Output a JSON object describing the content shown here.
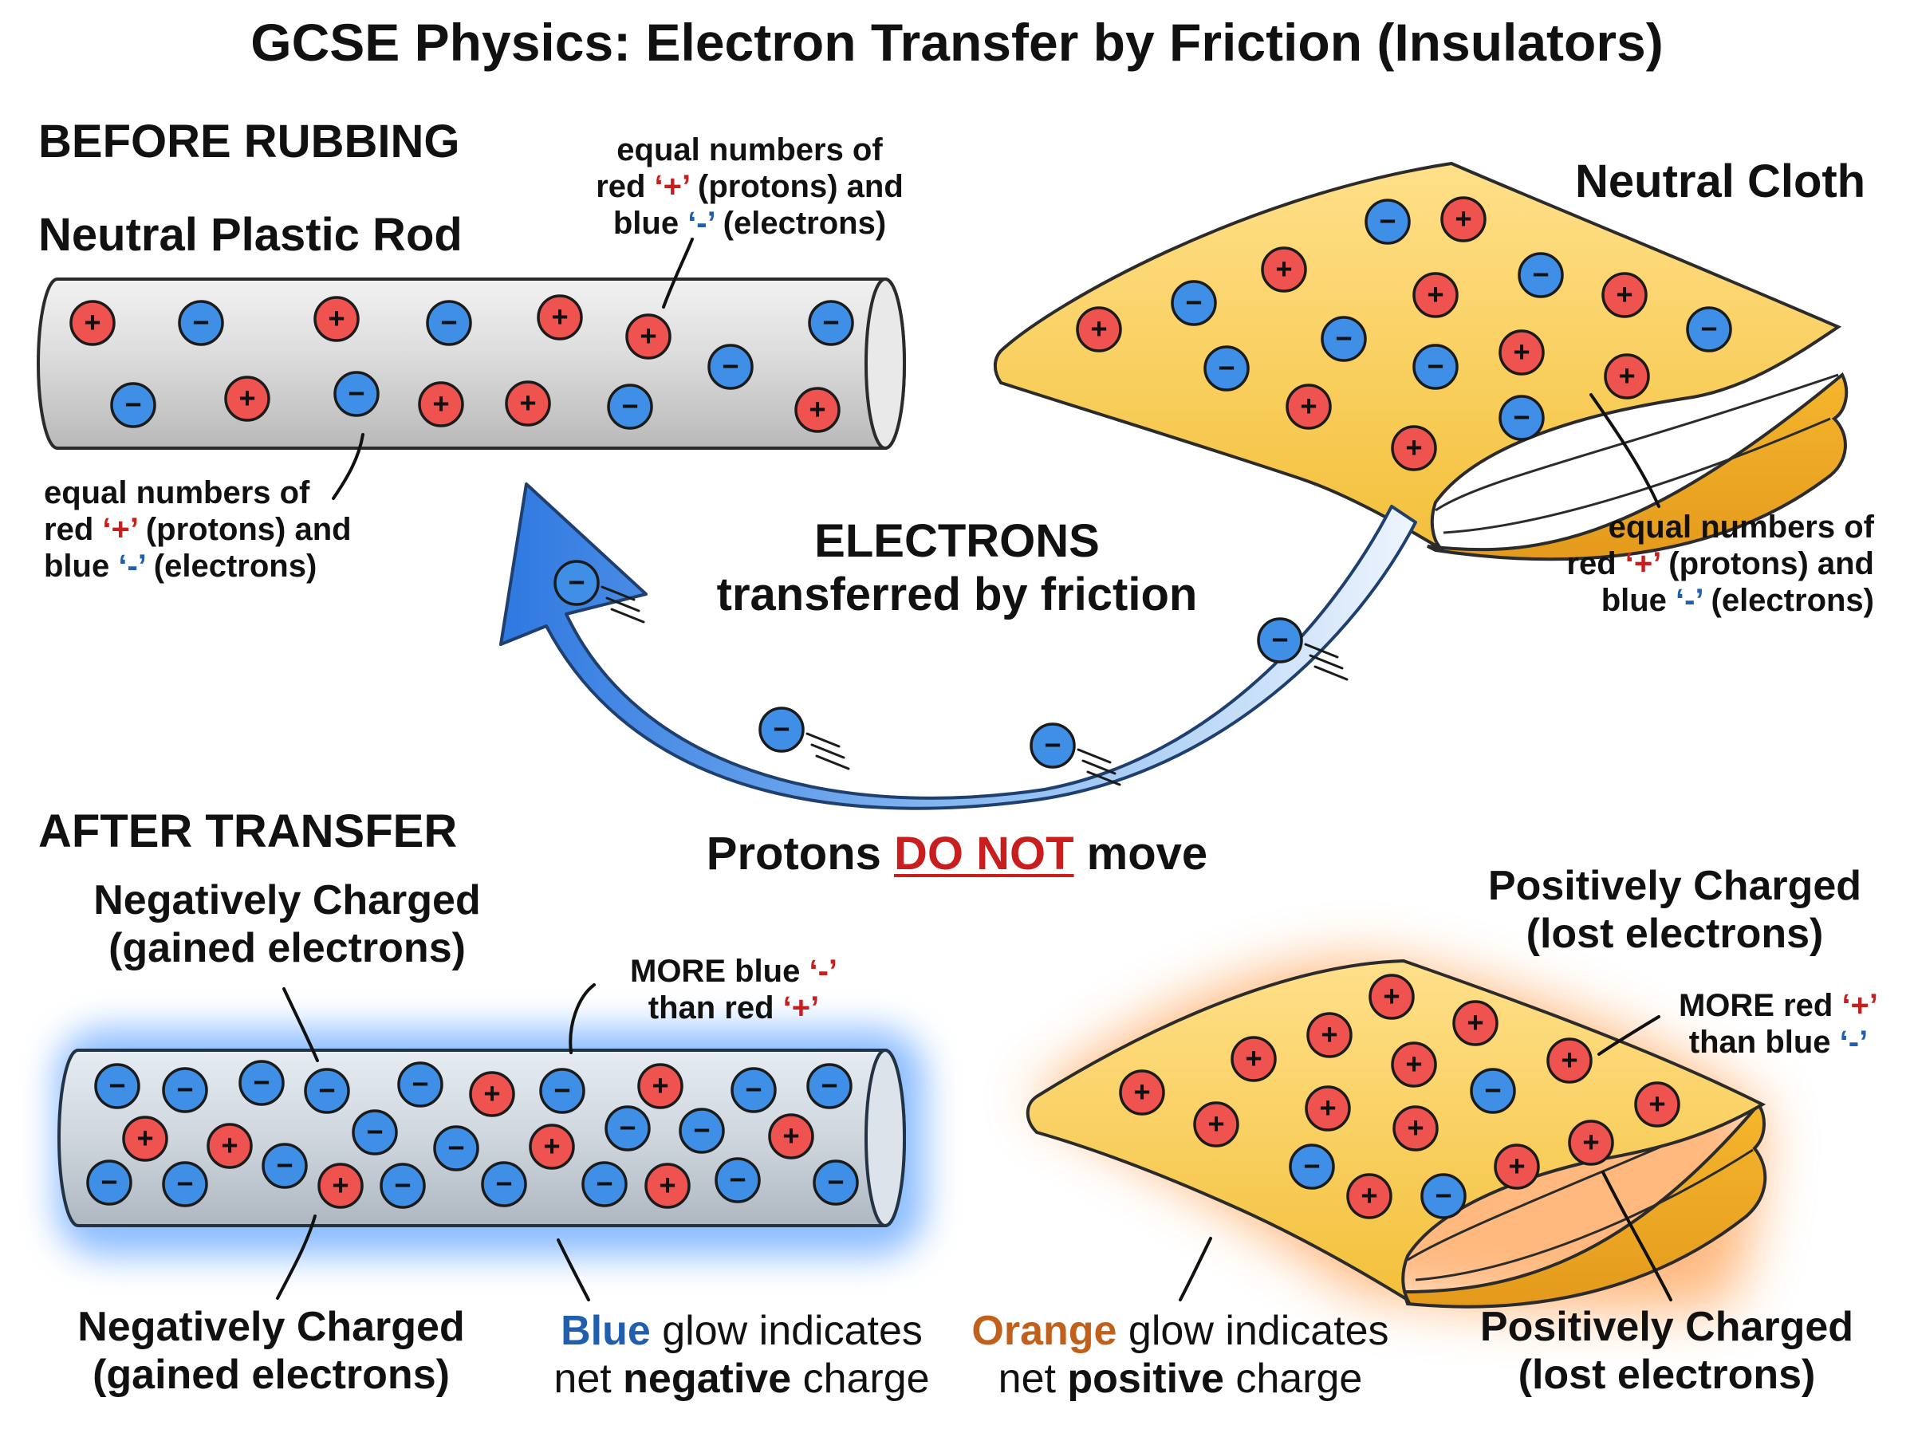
{
  "title": "GCSE Physics: Electron Transfer by Friction (Insulators)",
  "colors": {
    "proton": "#ef5350",
    "electron": "#3f8fe6",
    "cloth": "#f6cc4e",
    "rod": "#d3d3d3",
    "glow_blue": "#2f86ff",
    "glow_orange": "#ff8a2a"
  },
  "before": {
    "heading": "BEFORE RUBBING",
    "rod_label": "Neutral Plastic Rod",
    "cloth_label": "Neutral Cloth",
    "note_rod_top": {
      "l1": "equal numbers of",
      "l2a": "red ",
      "plus": "‘+’",
      "l2b": " (protons) and",
      "l3a": "blue ",
      "minus": "‘-’",
      "l3b": " (electrons)"
    },
    "note_rod_bottom": {
      "l1": "equal numbers of",
      "l2a": "red ",
      "plus": "‘+’",
      "l2b": " (protons) and",
      "l3a": "blue ",
      "minus": "‘-’",
      "l3b": " (electrons)"
    },
    "note_cloth": {
      "l1": "equal numbers of",
      "l2a": "red ",
      "plus": "‘+’",
      "l2b": " (protons) and",
      "l3a": "blue ",
      "minus": "‘-’",
      "l3b": " (electrons)"
    }
  },
  "transfer": {
    "l1": "ELECTRONS",
    "l2": "transferred by friction",
    "protons_a": "Protons ",
    "protons_b": "DO NOT",
    "protons_c": " move"
  },
  "after": {
    "heading": "AFTER TRANSFER",
    "rod_label_top_l1": "Negatively Charged",
    "rod_label_top_l2": "(gained electrons)",
    "rod_label_bottom_l1": "Negatively Charged",
    "rod_label_bottom_l2": "(gained electrons)",
    "cloth_label_top_l1": "Positively Charged",
    "cloth_label_top_l2": "(lost electrons)",
    "cloth_label_bottom_l1": "Positively Charged",
    "cloth_label_bottom_l2": "(lost electrons)",
    "note_rod": {
      "l1a": "MORE blue ",
      "minus": "‘-’",
      "l2a": "than red ",
      "plus": "‘+’"
    },
    "note_cloth": {
      "l1a": "MORE red ",
      "plus": "‘+’",
      "l2a": "than blue ",
      "minus": "‘-’"
    },
    "glow_blue": {
      "w1": "Blue",
      "w2": " glow indicates",
      "w3": "net ",
      "w4": "negative",
      "w5": " charge"
    },
    "glow_orange": {
      "w1": "Orange",
      "w2": " glow indicates",
      "w3": "net ",
      "w4": "positive",
      "w5": " charge"
    }
  },
  "symbols": {
    "plus": "+",
    "minus": "−"
  }
}
